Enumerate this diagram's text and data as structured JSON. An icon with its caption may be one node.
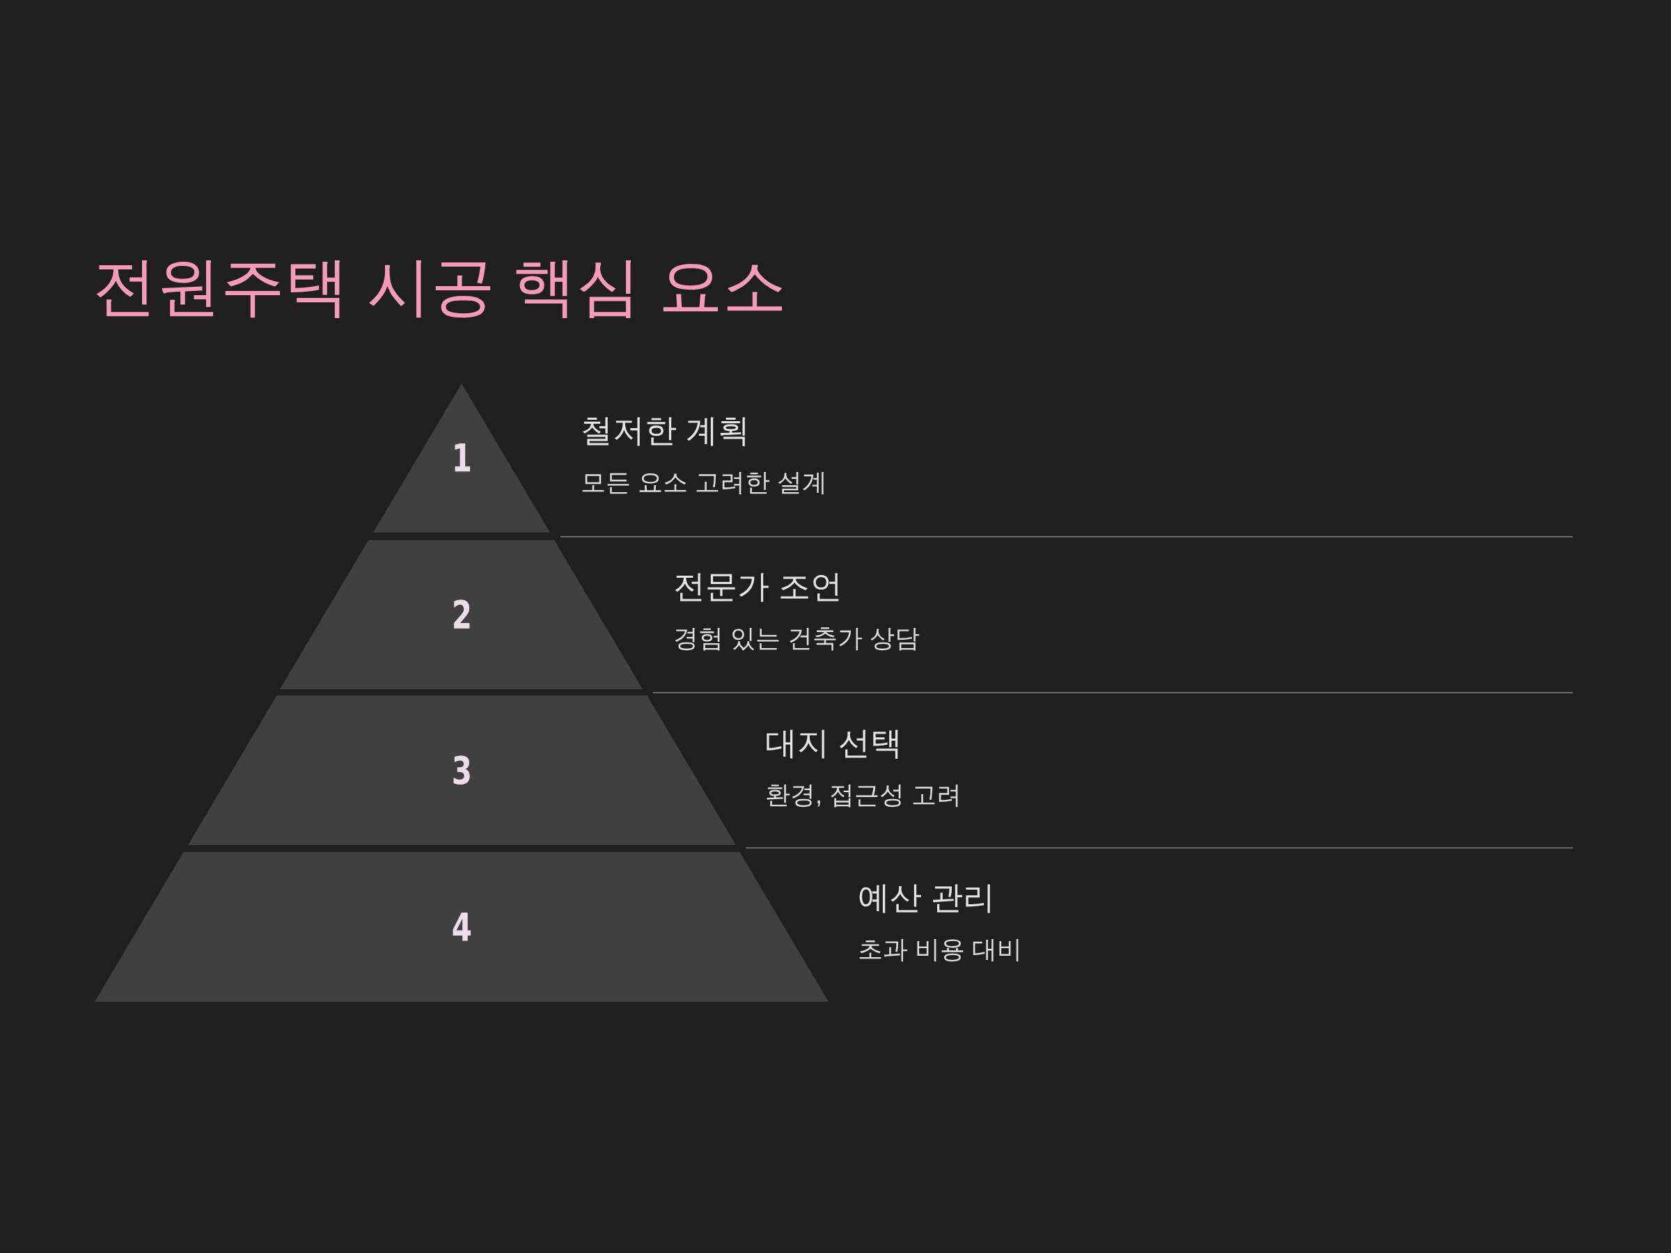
{
  "diagram": {
    "title": "전원주택 시공 핵심 요소",
    "nodes": [
      {
        "text": [
          "1"
        ],
        "beside": [
          "철저한 계획",
          "모든 요소 고려한 설계"
        ]
      },
      {
        "text": [
          "2"
        ],
        "beside": [
          "전문가 조언",
          "경험 있는 건축가 상담"
        ]
      },
      {
        "text": [
          "3"
        ],
        "beside": [
          "대지 선택",
          "환경, 접근성 고려"
        ]
      },
      {
        "text": [
          "4"
        ],
        "beside": [
          "예산 관리",
          "초과 비용 대비"
        ]
      }
    ]
  }
}
